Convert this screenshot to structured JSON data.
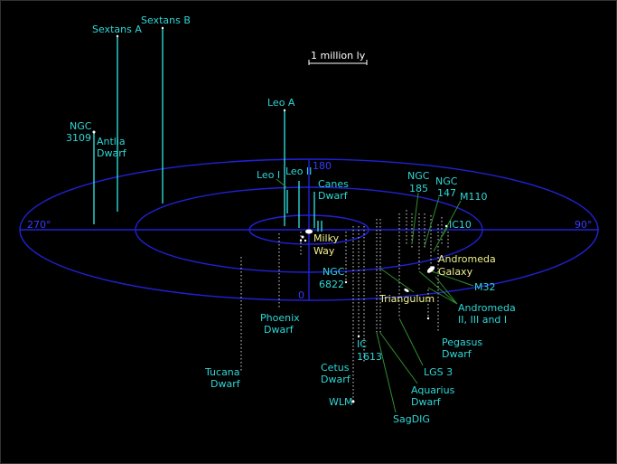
{
  "colors": {
    "background": "#000000",
    "grid": "#2121d6",
    "label": "#2fd6d6",
    "highlight": "#f2f28c",
    "marker": "#ffffff",
    "leader": "#2f8f2f"
  },
  "scale_bar": {
    "label": "1 million ly"
  },
  "axes": {
    "deg_0": "0",
    "deg_90": "90°",
    "deg_180": "180",
    "deg_270": "270°"
  },
  "galaxies": {
    "sextans_a": "Sextans A",
    "sextans_b": "Sextans B",
    "ngc3109_l1": "NGC",
    "ngc3109_l2": "3109",
    "antlia_l1": "Antlia",
    "antlia_l2": "Dwarf",
    "leo_a": "Leo A",
    "leo_i": "Leo I",
    "leo_ii": "Leo II",
    "canes_l1": "Canes",
    "canes_l2": "Dwarf",
    "ngc185_l1": "NGC",
    "ngc185_l2": "185",
    "ngc147_l1": "NGC",
    "ngc147_l2": "147",
    "m110": "M110",
    "ic10": "IC10",
    "milky_way_l1": "Milky",
    "milky_way_l2": "Way",
    "andromeda_l1": "Andromeda",
    "andromeda_l2": "Galaxy",
    "m32": "M32",
    "ngc6822_l1": "NGC",
    "ngc6822_l2": "6822",
    "triangulum": "Triangulum",
    "andromeda_sats_l1": "Andromeda",
    "andromeda_sats_l2": "II, III and I",
    "phoenix_l1": "Phoenix",
    "phoenix_l2": "Dwarf",
    "ic1613_l1": "IC",
    "ic1613_l2": "1613",
    "pegasus_l1": "Pegasus",
    "pegasus_l2": "Dwarf",
    "tucana_l1": "Tucana",
    "tucana_l2": "Dwarf",
    "cetus_l1": "Cetus",
    "cetus_l2": "Dwarf",
    "lgs3": "LGS 3",
    "aquarius_l1": "Aquarius",
    "aquarius_l2": "Dwarf",
    "wlm": "WLM",
    "sagdig": "SagDIG"
  }
}
